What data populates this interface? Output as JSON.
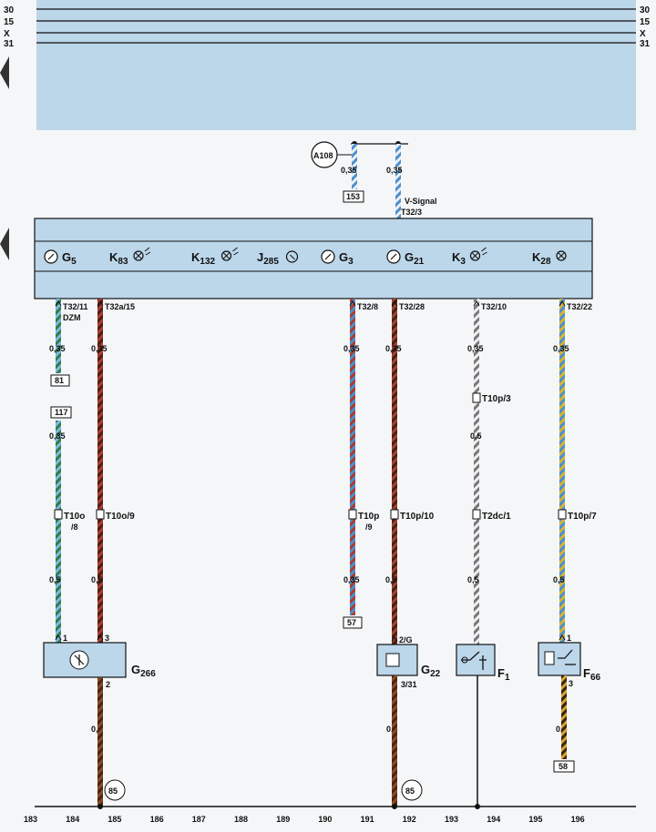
{
  "rails": [
    "30",
    "15",
    "X",
    "31"
  ],
  "top_connector": {
    "label": "A108",
    "wires": [
      {
        "gauge": "0,35",
        "ref": "153"
      },
      {
        "gauge": "0,35",
        "signal": "V-Signal",
        "pin": "T32/3"
      }
    ]
  },
  "cluster": {
    "components": [
      {
        "code": "G",
        "sub": "5",
        "icon": "gauge-icon"
      },
      {
        "code": "K",
        "sub": "83",
        "icon": "warning-lamp-icon"
      },
      {
        "code": "K",
        "sub": "132",
        "icon": "warning-lamp-icon"
      },
      {
        "code": "J",
        "sub": "285",
        "icon": "meter-icon"
      },
      {
        "code": "G",
        "sub": "3",
        "icon": "gauge-icon"
      },
      {
        "code": "G",
        "sub": "21",
        "icon": "gauge-icon"
      },
      {
        "code": "K",
        "sub": "3",
        "icon": "warning-lamp-icon"
      },
      {
        "code": "K",
        "sub": "28",
        "icon": "lamp-icon"
      }
    ]
  },
  "wires": [
    {
      "id": "w183",
      "pin": "T32/11",
      "extra": "DZM",
      "gauge1": "0,35",
      "box1": "81",
      "box2": "117",
      "gauge2": "0,35",
      "conn": "T10o",
      "conn_sub": "/8",
      "gauge3": "0,5",
      "end_pin": "1",
      "colors": [
        "#2f7d4a",
        "#7fb8e0"
      ]
    },
    {
      "id": "w184",
      "pin": "T32a/15",
      "gauge1": "0,35",
      "conn": "T10o/9",
      "gauge3": "0,5",
      "end_pin": "3",
      "colors": [
        "#b03a2e",
        "#6b2b20"
      ]
    },
    {
      "id": "w190",
      "pin": "T32/8",
      "gauge1": "0,35",
      "conn": "T10p",
      "conn_sub": "/9",
      "gauge3": "0,35",
      "box1": "57",
      "colors": [
        "#4a90d0",
        "#b03a2e"
      ]
    },
    {
      "id": "w191",
      "pin": "T32/28",
      "gauge1": "0,35",
      "conn": "T10p/10",
      "gauge3": "0,5",
      "end_pin": "2/G",
      "colors": [
        "#a0442c",
        "#5a2a1a"
      ]
    },
    {
      "id": "w193",
      "pin": "T32/10",
      "gauge1": "0,35",
      "conn_mid": "T10p/3",
      "gauge2": "0,5",
      "conn": "T2dc/1",
      "gauge3": "0,5",
      "colors": [
        "#e6e6e6",
        "#7a7a7a"
      ]
    },
    {
      "id": "w195",
      "pin": "T32/22",
      "gauge1": "0,35",
      "conn": "T10p/7",
      "gauge3": "0,5",
      "end_pin": "1",
      "colors": [
        "#4a90d0",
        "#d9b431"
      ]
    }
  ],
  "devices": [
    {
      "code": "G",
      "sub": "266",
      "out_pin": "2",
      "gauge": "0,5",
      "ground": "85"
    },
    {
      "code": "G",
      "sub": "22",
      "out_pin": "3/31",
      "gauge": "0,5",
      "ground": "85"
    },
    {
      "code": "F",
      "sub": "1"
    },
    {
      "code": "F",
      "sub": "66",
      "out_pin": "3",
      "gauge": "0,5",
      "box": "58"
    }
  ],
  "grid": [
    "183",
    "184",
    "185",
    "186",
    "187",
    "188",
    "189",
    "190",
    "191",
    "192",
    "193",
    "194",
    "195",
    "196"
  ],
  "colors": {
    "panel": "#bcd6ea",
    "brown": "#6b3a22",
    "black": "#111111"
  }
}
